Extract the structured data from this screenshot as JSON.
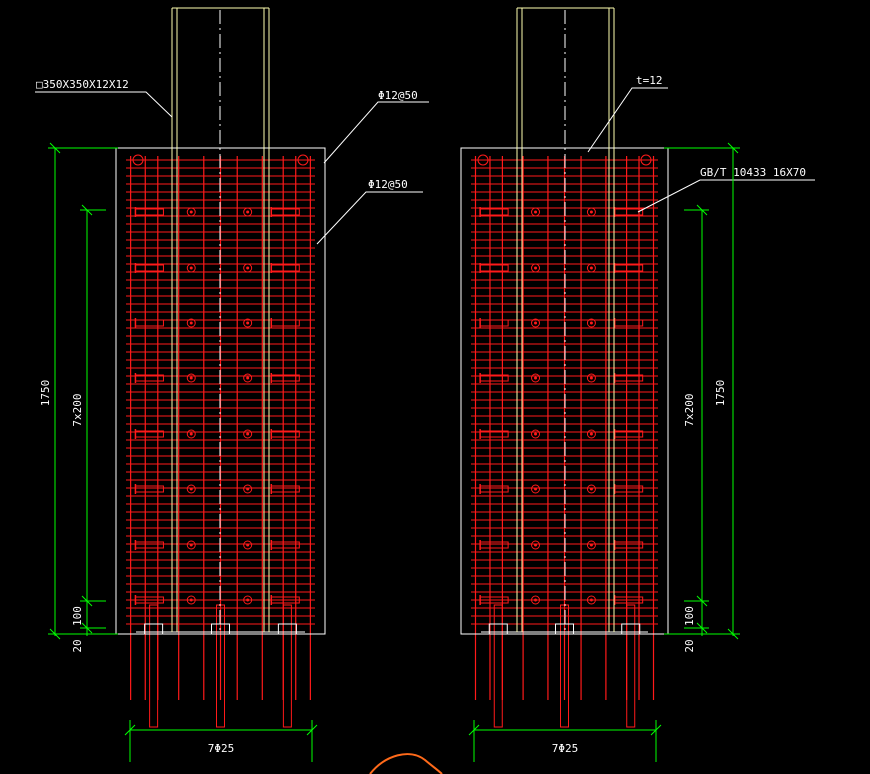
{
  "colors": {
    "background": "#000000",
    "rebar": "#ff1a1a",
    "outline": "#ffffff",
    "column": "#ffffb0",
    "dimension": "#00ff00",
    "sketch": "#ff6a1a"
  },
  "left_view": {
    "column_label": "□350X350X12X12",
    "rebar_label_1": "Φ12@50",
    "rebar_label_2": "Φ12@50",
    "dim_total": "1750",
    "dim_spacing": "7x200",
    "dim_100": "100",
    "dim_20": "20",
    "dim_bottom": "7Φ25"
  },
  "right_view": {
    "plate_label": "t=12",
    "stud_label": "GB/T 10433  16X70",
    "dim_total": "1750",
    "dim_spacing": "7x200",
    "dim_100": "100",
    "dim_20": "20",
    "dim_bottom": "7Φ25"
  }
}
